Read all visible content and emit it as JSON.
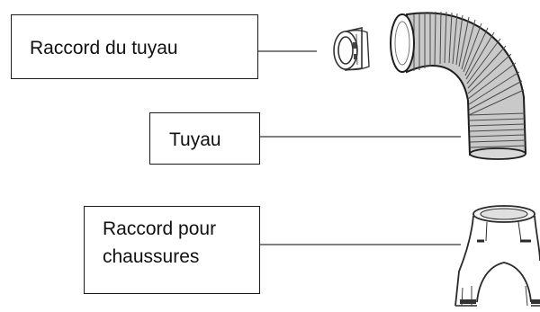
{
  "labels": {
    "hose_connector": "Raccord du tuyau",
    "hose": "Tuyau",
    "shoe_connector": "Raccord pour\nchaussures"
  }
}
